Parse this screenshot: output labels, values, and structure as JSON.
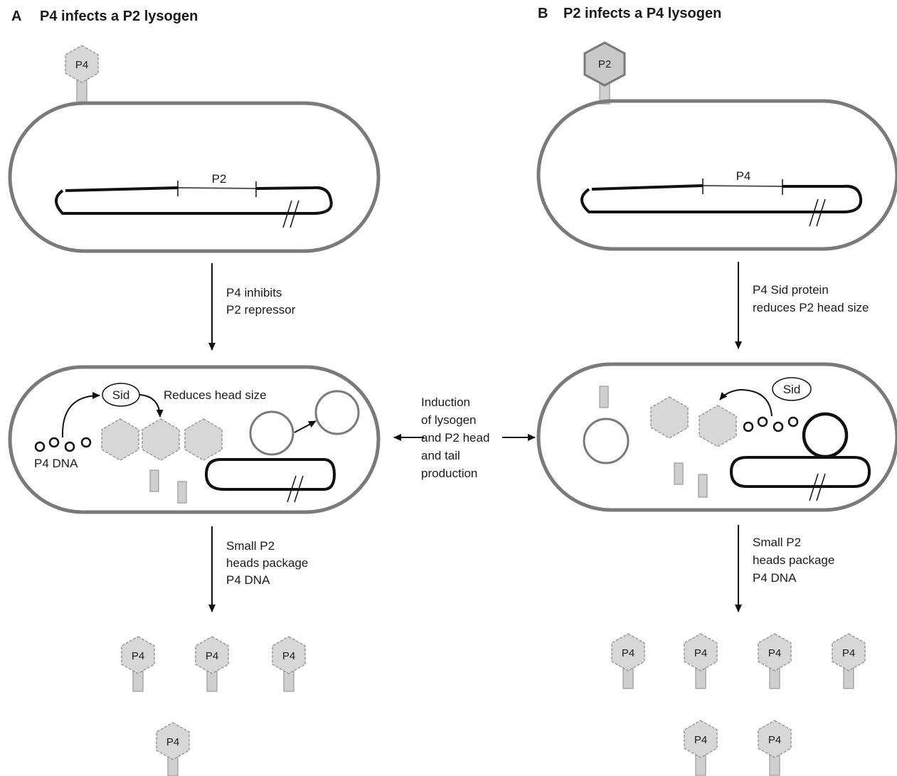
{
  "panel_a": {
    "letter": "A",
    "title": "P4 infects a P2 lysogen",
    "infecting_phage": "P4",
    "prophage": "P2",
    "step1": [
      "P4 inhibits",
      "P2 repressor"
    ],
    "sid": "Sid",
    "reduces": "Reduces head size",
    "p4_dna": "P4 DNA",
    "step2": [
      "Small P2",
      "heads package",
      "P4 DNA"
    ],
    "progeny": "P4"
  },
  "panel_b": {
    "letter": "B",
    "title": "P2 infects a P4 lysogen",
    "infecting_phage": "P2",
    "prophage": "P4",
    "step1": [
      "P4 Sid protein",
      "reduces P2 head size"
    ],
    "sid": "Sid",
    "step2": [
      "Small P2",
      "heads package",
      "P4 DNA"
    ],
    "progeny": "P4"
  },
  "center": [
    "Induction",
    "of lysogen",
    "and P2 head",
    "and tail",
    "production"
  ]
}
